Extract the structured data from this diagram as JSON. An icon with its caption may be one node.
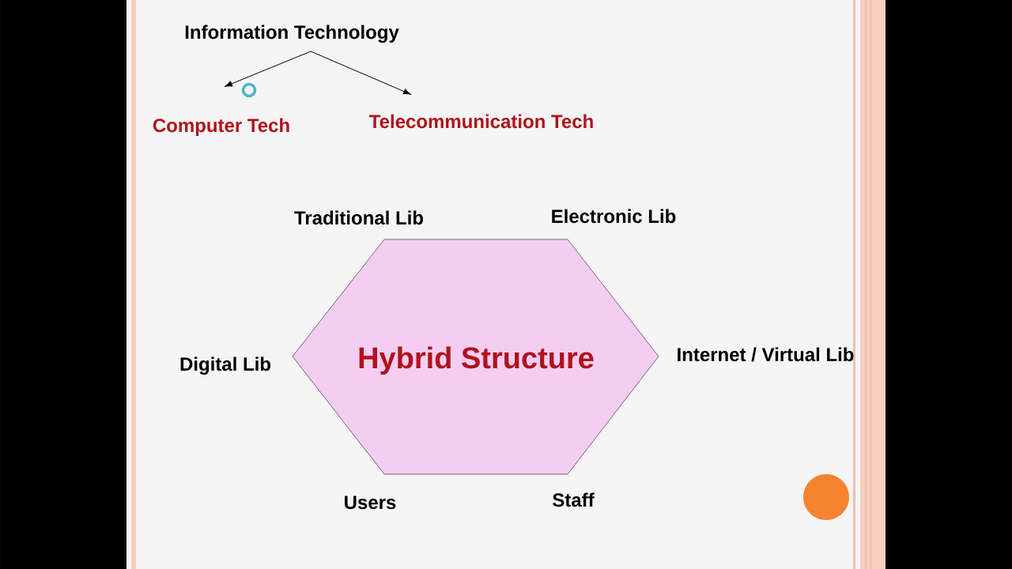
{
  "diagram": {
    "nodes": [
      {
        "text": [
          "Information Technology"
        ]
      },
      {
        "text": [
          "Computer Tech"
        ]
      },
      {
        "text": [
          "Telecommunication Tech"
        ]
      },
      {
        "text": [
          "Hybrid Structure"
        ],
        "beside": [
          "Traditional Lib",
          "Electronic Lib",
          "Digital Lib",
          "Internet / Virtual Lib",
          "Users",
          "Staff"
        ]
      }
    ],
    "edges": [
      {
        "from": 0,
        "to": 1,
        "arrow": "to"
      },
      {
        "from": 0,
        "to": 2,
        "arrow": "to"
      }
    ]
  }
}
